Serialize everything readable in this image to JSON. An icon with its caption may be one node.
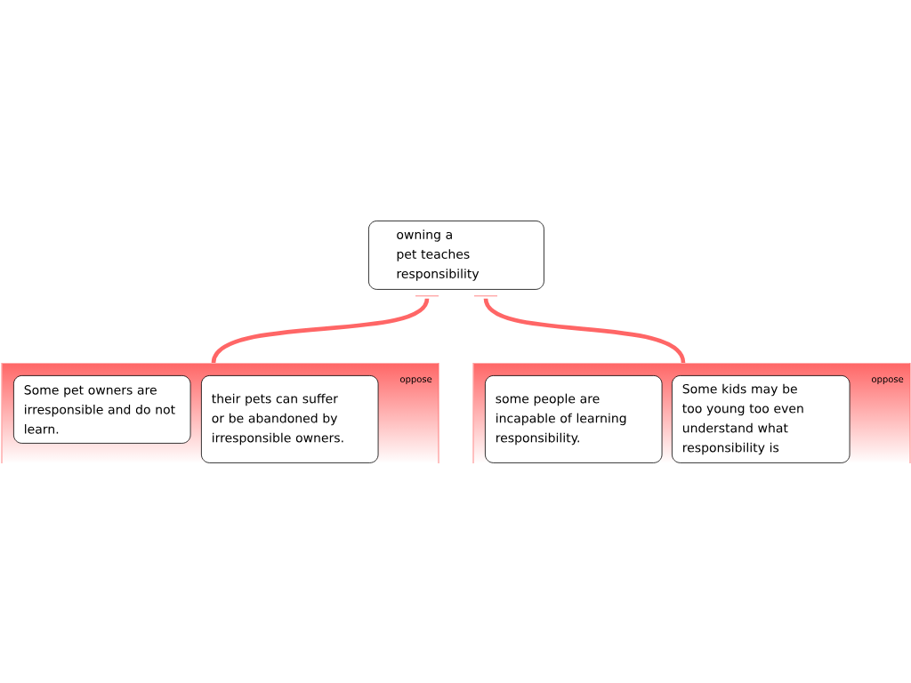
{
  "diagram": {
    "nodes": [
      {
        "text": [
          "owning a pet teaches responsibility"
        ]
      },
      {
        "text": [
          "oppose"
        ]
      },
      {
        "text": [
          "Some pet owners are irresponsible and do not learn."
        ],
        "in": 1
      },
      {
        "text": [
          "their pets can suffer or be abandoned by irresponsible owners."
        ],
        "in": 1
      },
      {
        "text": [
          "oppose"
        ]
      },
      {
        "text": [
          "some people are incapable of learning responsibility."
        ],
        "in": 4
      },
      {
        "text": [
          "Some kids may be too young too even understand what responsibility is"
        ],
        "in": 4
      }
    ],
    "edges": [
      {
        "from": 0,
        "to": 1,
        "arrow": "none",
        "color": "#ff6666"
      },
      {
        "from": 0,
        "to": 4,
        "arrow": "none",
        "color": "#ff6666"
      }
    ]
  }
}
